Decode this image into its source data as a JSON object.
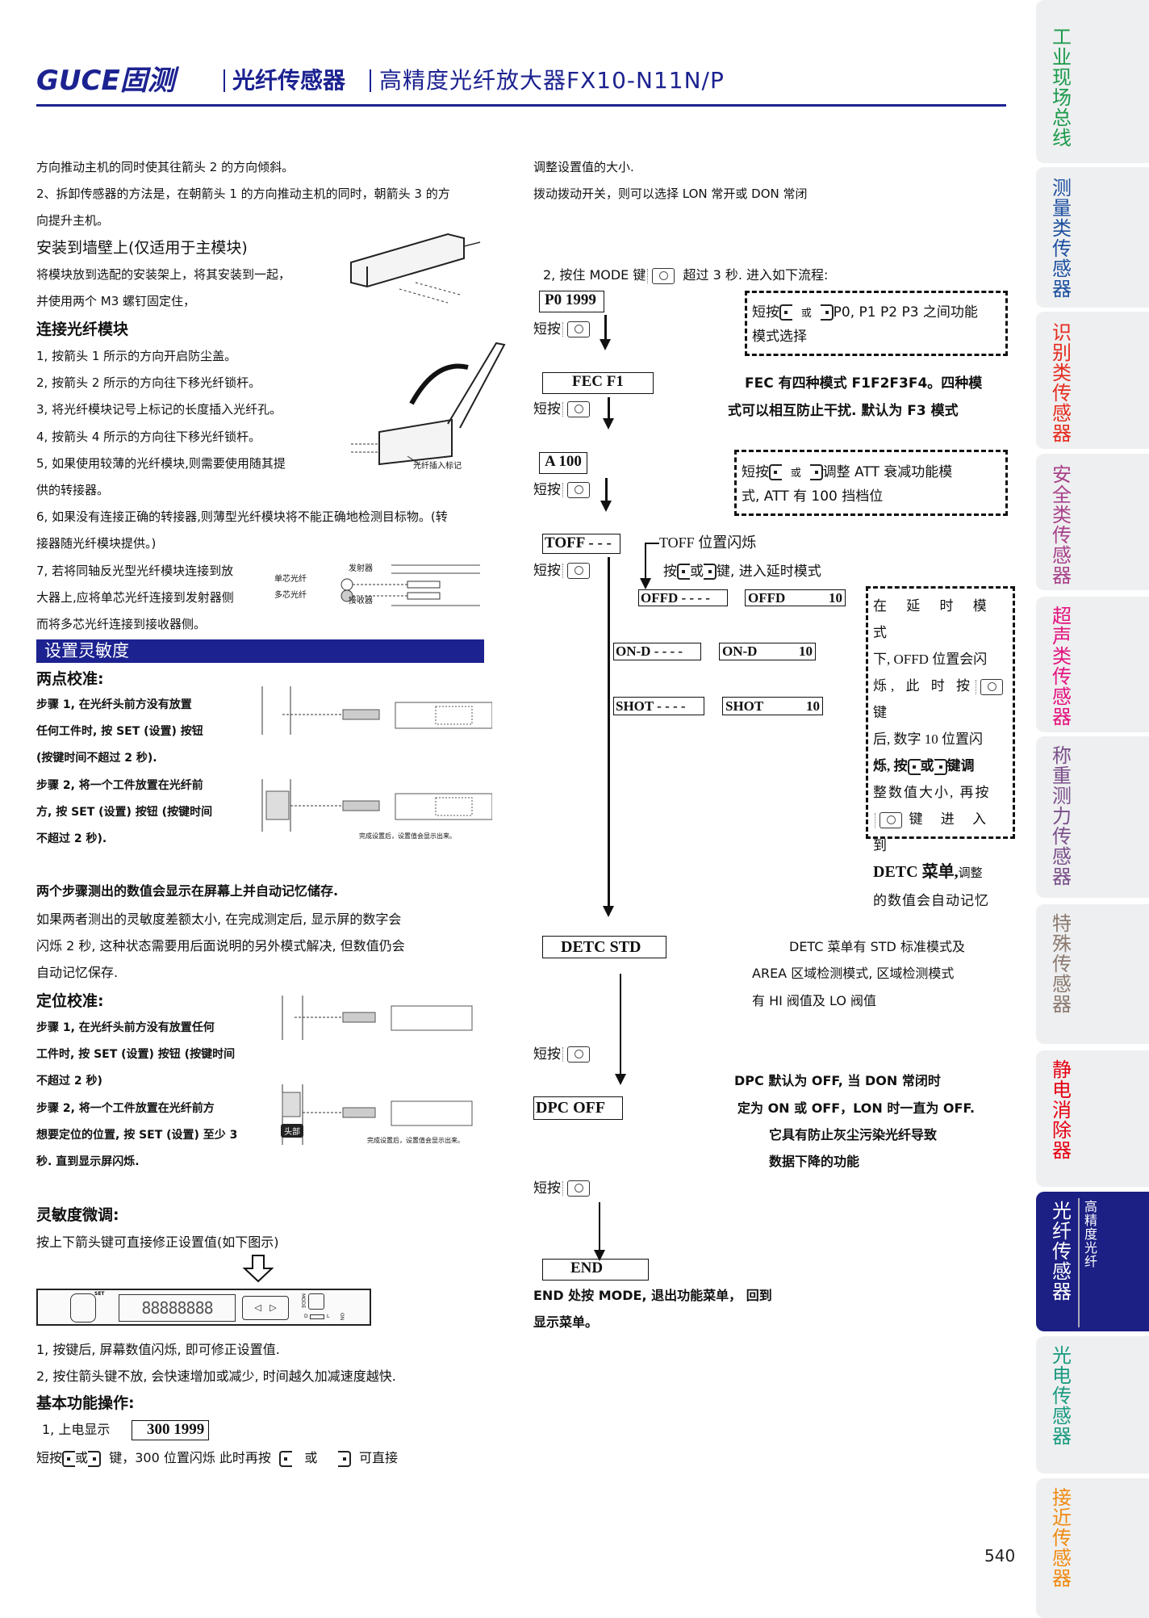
{
  "header": {
    "logo": "GUCE固测",
    "category": "光纤传感器",
    "title": "高精度光纤放大器FX10-N11N/P"
  },
  "left": {
    "p1": "方向推动主机的同时使其往箭头 2 的方向倾斜。",
    "p2a": "2、拆卸传感器的方法是，在朝箭头 1 的方向推动主机的同时，朝箭头 3 的方",
    "p2b": "向提升主机。",
    "wall_heading": "安装到墙壁上(仅适用于主模块)",
    "wall1": "将模块放到选配的安装架上，将其安装到一起，",
    "wall2": "并使用两个 M3 螺钉固定住，",
    "fiber_heading": "连接光纤模块",
    "fiber": [
      "1,  按箭头 1 所示的方向开启防尘盖。",
      "2,  按箭头 2 所示的方向往下移光纤锁杆。",
      "3,  将光纤模块记号上标记的长度插入光纤孔。",
      "4,  按箭头 4 所示的方向往下移光纤锁杆。",
      "5,  如果使用较薄的光纤模块,则需要使用随其提",
      "供的转接器。",
      "6,  如果没有连接正确的转接器,则薄型光纤模块将不能正确地检测目标物。(转",
      "接器随光纤模块提供。)",
      "7,  若将同轴反光型光纤模块连接到放",
      "大器上,应将单芯光纤连接到发射器侧",
      "而将多芯光纤连接到接收器侧。"
    ],
    "fig_insert_label": "光纤插入标记",
    "fig_coax": {
      "emitter": "发射器",
      "receiver": "接收器",
      "single": "单芯光纤",
      "multi": "多芯光纤"
    },
    "banner": "设置灵敏度",
    "two_point_heading": "两点校准:",
    "two_point": [
      "步骤 1, 在光纤头前方没有放置",
      "任何工件时, 按 SET (设置) 按钮",
      "(按键时间不超过 2 秒).",
      "步骤 2, 将一个工件放置在光纤前",
      "方, 按 SET (设置) 按钮 (按键时间",
      "不超过 2 秒)."
    ],
    "fig_caption": "完成设置后，设置值会显示出来。",
    "fig_head": "头部",
    "summary_bold": "两个步骤测出的数值会显示在屏幕上并自动记忆储存.",
    "summary": [
      "如果两者测出的灵敏度差额太小, 在完成测定后, 显示屏的数字会",
      "闪烁 2 秒, 这种状态需要用后面说明的另外模式解决, 但数值仍会",
      "自动记忆保存."
    ],
    "position_heading": "定位校准:",
    "position": [
      "步骤 1, 在光纤头前方没有放置任何",
      "工件时, 按 SET (设置) 按钮 (按键时间",
      "不超过 2 秒)",
      "步骤 2, 将一个工件放置在光纤前方",
      "想要定位的位置, 按 SET (设置) 至少 3",
      "秒. 直到显示屏闪烁."
    ],
    "fine_heading": "灵敏度微调:",
    "fine_desc": "按上下箭头键可直接修正设置值(如下图示)",
    "device": {
      "set": "SET",
      "mode": "MODE",
      "d": "D",
      "l": "L",
      "on": "ON",
      "digits": "88888888"
    },
    "fine": [
      "1, 按键后, 屏幕数值闪烁, 即可修正设置值.",
      "2, 按住箭头键不放, 会快速增加或减少, 时间越久加减速度越快."
    ],
    "basic_heading": "基本功能操作:",
    "basic1_label": "1, 上电显示",
    "basic1_value": "300 1999",
    "basic2": {
      "a": "短按",
      "or": "或",
      "b": "键，300 位置闪烁  此时再按",
      "or2": "或",
      "c": "可直接"
    }
  },
  "right": {
    "r1": "调整设置值的大小.",
    "r2": "拨动拨动开关，则可以选择 LON 常开或 DON 常闭",
    "step2a": "2, 按住 MODE 键",
    "step2b": "超过 3 秒. 进入如下流程:",
    "short_press": "短按",
    "or": "或",
    "p0": "P0 1999",
    "note_p0a": "短按",
    "note_p0b": "P0, P1  P2  P3 之间功能",
    "note_p0c": "模式选择",
    "fec": "FEC F1",
    "fec_note": [
      "FEC 有四种模式 F1F2F3F4。四种模",
      "式可以相互防止干扰. 默认为 F3 模式"
    ],
    "a100": "A 100",
    "att_a": "短按",
    "att_b": "调整 ATT 衰减功能模",
    "att_c": "式, ATT 有 100 挡档位",
    "toff": "TOFF - - -",
    "toff_note": "TOFF 位置闪烁",
    "toff_press_a": "按",
    "toff_press_b": "键, 进入延时模式",
    "offd1": "OFFD - - - -",
    "offd2_l": "OFFD",
    "offd2_r": "10",
    "ond1": "ON-D - - - -",
    "ond2_l": "ON-D",
    "ond2_r": "10",
    "shot1": "SHOT - - - -",
    "shot2_l": "SHOT",
    "shot2_r": "10",
    "delay_note": [
      "在 延 时 模 式",
      "下, OFFD 位置会闪",
      "烁, 此 时 按",
      "键",
      "后, 数字 10 位置闪",
      "烁, 按",
      "或",
      "键调",
      "整数值大小, 再按",
      "键 进 入 到",
      "DETC 菜单,",
      "调整",
      "的数值会自动记忆"
    ],
    "detc": "DETC STD",
    "detc_note": [
      "DETC 菜单有 STD 标准模式及",
      "AREA 区域检测模式, 区域检测模式",
      "有 HI 阀值及 LO 阀值"
    ],
    "dpc": "DPC OFF",
    "dpc_note": [
      "DPC 默认为 OFF, 当 DON 常闭时",
      "定为 ON 或 OFF，LON 时一直为 OFF.",
      "它具有防止灰尘污染光纤导致",
      "数据下降的功能"
    ],
    "end": "END",
    "end_note": [
      "END 处按 MODE, 退出功能菜单， 回到",
      "显示菜单。"
    ]
  },
  "sidebar": {
    "tabs": [
      {
        "label": "工业现场总线",
        "color": "#1a9a4a"
      },
      {
        "label": "测量类传感器",
        "color": "#1c4fa0"
      },
      {
        "label": "识别类传感器",
        "color": "#e52b1e"
      },
      {
        "label": "安全类传感器",
        "color": "#a8418a"
      },
      {
        "label": "超声类传感器",
        "color": "#e4127f"
      },
      {
        "label": "称重测力传感器",
        "color": "#7a4f8a"
      },
      {
        "label": "特殊传感器",
        "color": "#8a7a70"
      },
      {
        "label": "静电消除器",
        "color": "#e60012"
      },
      {
        "label": "光纤传感器",
        "sub": "高精度光纤",
        "color": "#ffffff"
      },
      {
        "label": "光电传感器",
        "color": "#1a9a80"
      },
      {
        "label": "接近传感器",
        "color": "#f08a10"
      }
    ]
  },
  "page_number": "540",
  "colors": {
    "brand": "#1c2290",
    "active_tab": "#1c1f84"
  }
}
